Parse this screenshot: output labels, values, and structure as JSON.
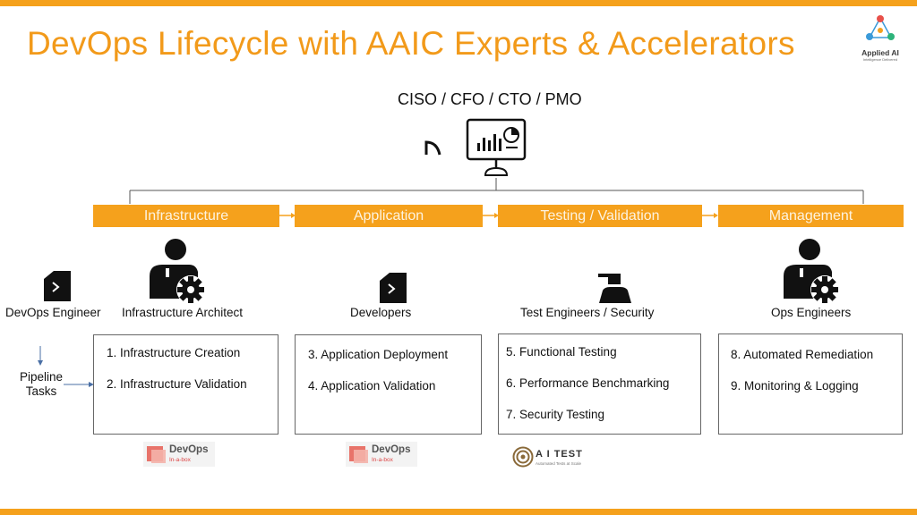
{
  "title": "DevOps Lifecycle with AAIC Experts & Accelerators",
  "logo": {
    "name": "Applied AI",
    "tagline": "Intelligence Delivered"
  },
  "executives": "CISO / CFO / CTO / PMO",
  "stages": [
    "Infrastructure",
    "Application",
    "Testing / Validation",
    "Management"
  ],
  "roles": {
    "devops_engineer": "DevOps Engineer",
    "infrastructure_architect": "Infrastructure Architect",
    "developers": "Developers",
    "test_engineers": "Test Engineers / Security",
    "ops_engineers": "Ops Engineers"
  },
  "pipeline": {
    "line1": "Pipeline",
    "line2": "Tasks"
  },
  "tasks": {
    "infrastructure": [
      "1. Infrastructure Creation",
      "2. Infrastructure Validation"
    ],
    "application": [
      "3. Application Deployment",
      "4. Application Validation"
    ],
    "testing": [
      "5. Functional Testing",
      "6. Performance Benchmarking",
      "7. Security Testing"
    ],
    "management": [
      "8. Automated Remediation",
      "9. Monitoring & Logging"
    ]
  },
  "accelerators": {
    "devops_line1": "DevOps",
    "devops_line2": "In-a-box",
    "aitest_line1": "A I TEST",
    "aitest_line2": "Automated Tests at Scale"
  },
  "colors": {
    "accent": "#f5a11c",
    "title": "#f29a1a",
    "icon": "#111111"
  },
  "icons": [
    "monitor-dashboard-icon",
    "person-gear-icon",
    "terminal-badge-icon",
    "person-icon",
    "arrow-icon",
    "logo-icon"
  ]
}
